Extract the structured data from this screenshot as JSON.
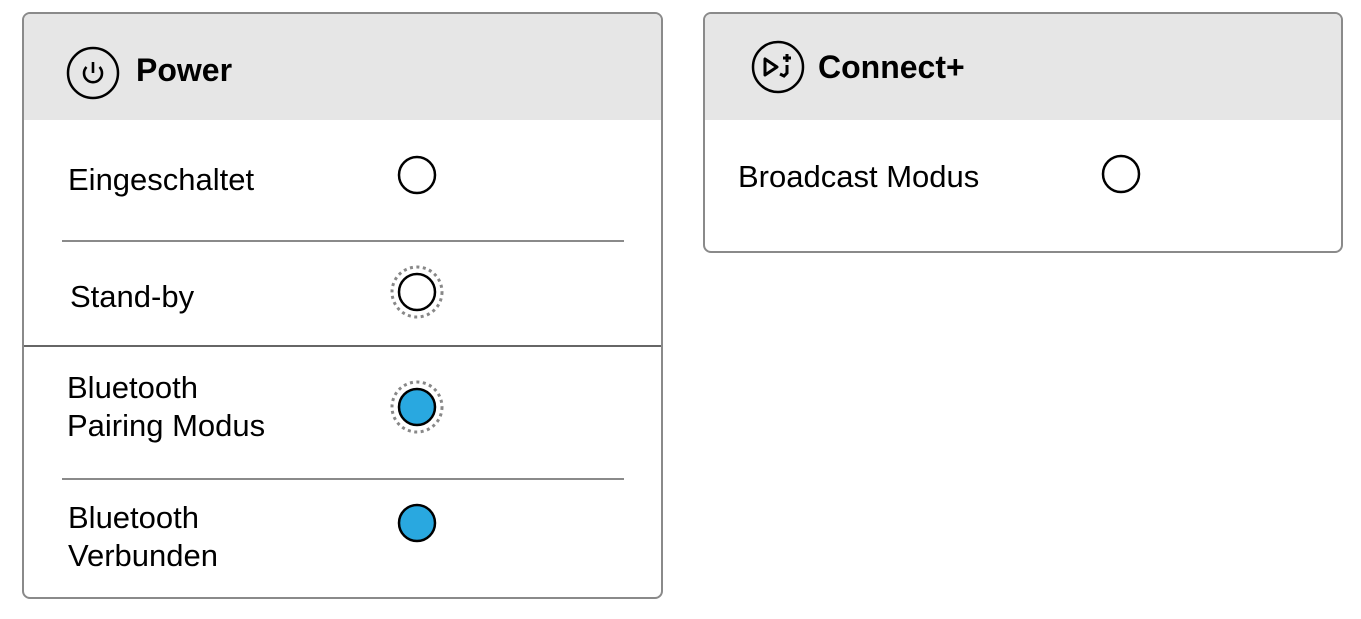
{
  "power": {
    "title": "Power",
    "icon": "power-icon",
    "rows": [
      {
        "label": "Eingeschaltet",
        "led": "off",
        "blinking": false
      },
      {
        "label": "Stand-by",
        "led": "off",
        "blinking": true
      },
      {
        "label_line1": "Bluetooth",
        "label_line2": "Pairing Modus",
        "led": "blue",
        "blinking": true
      },
      {
        "label_line1": "Bluetooth",
        "label_line2": "Verbunden",
        "led": "blue",
        "blinking": false
      }
    ]
  },
  "connect": {
    "title": "Connect+",
    "icon": "connect-plus-icon",
    "rows": [
      {
        "label": "Broadcast Modus",
        "led": "off",
        "blinking": false
      }
    ]
  },
  "colors": {
    "blue": "#29a8e0",
    "header": "#e6e6e6",
    "border": "#8a8a8a"
  }
}
